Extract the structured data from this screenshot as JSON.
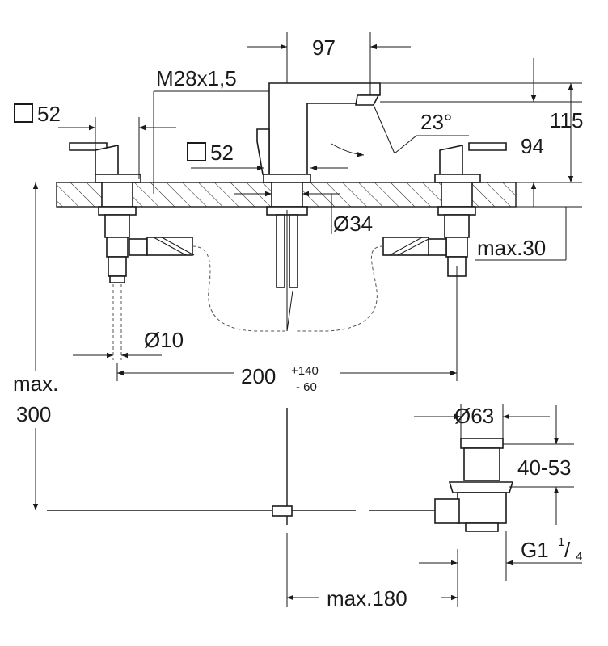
{
  "labels": {
    "spout_reach": "97",
    "thread": "M28x1,5",
    "handle_square": "52",
    "spout_square": "52",
    "spout_angle": "23°",
    "height_spout": "94",
    "height_total": "115",
    "spout_hole": "Ø34",
    "max_deck": "max.30",
    "supply_dia": "Ø10",
    "center_dist": "200",
    "center_tol_plus": "+140",
    "center_tol_minus": "- 60",
    "max_length_a": "max.",
    "max_length_b": "300",
    "drain_dia": "Ø63",
    "drain_range": "40-53",
    "drain_thread_main": "G1",
    "drain_thread_num": "1",
    "drain_thread_den": "4",
    "drain_max": "max.180"
  }
}
